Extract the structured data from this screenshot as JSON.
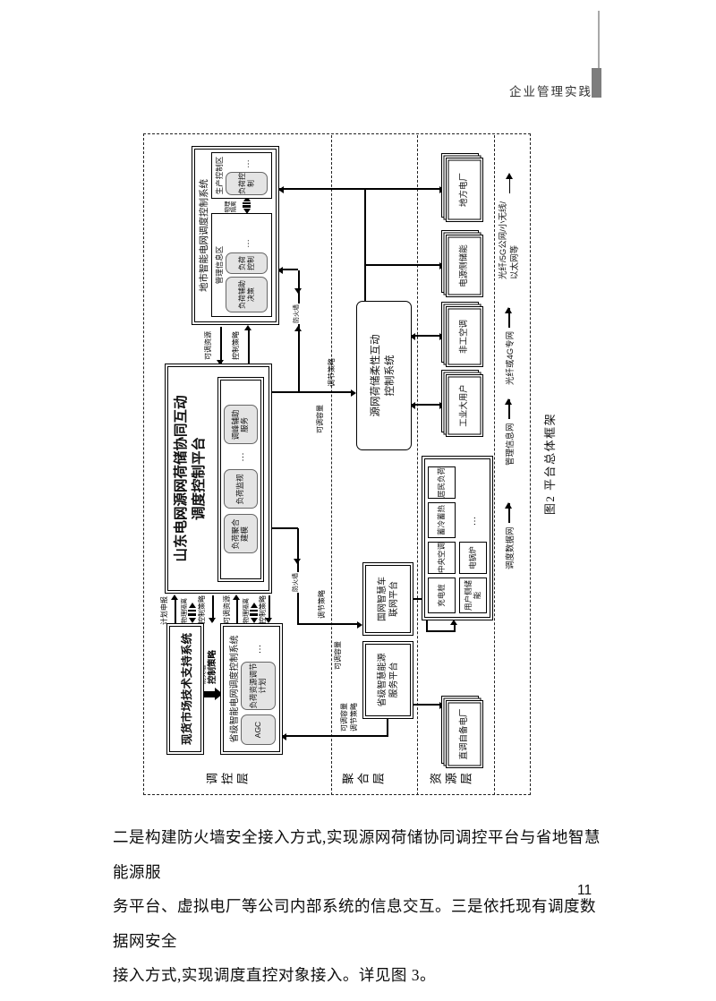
{
  "header": {
    "title": "企业管理实践"
  },
  "figure": {
    "caption": "图2  平台总体框架",
    "layers": {
      "control": "调控层",
      "aggregation": "聚合层",
      "resource": "资源层"
    },
    "links": {
      "plan_submit": "计划申报",
      "isolation": "物理隔离",
      "control_strategy": "控制策略",
      "adjustable_resource": "可调资源",
      "firewall": "防火墙",
      "adjustable_capacity": "可调容量",
      "regulation_strategy": "调节策略"
    },
    "control_layer": {
      "spot_market": "现货市场技术支持系统",
      "provincial": {
        "title": "省级智能电网调度控制系统",
        "agc": "AGC",
        "load_plan": "负荷资源调节计划",
        "more": "…"
      },
      "platform": {
        "title": "山东电网源网荷储协同互动调度控制平台",
        "mod1": "负荷聚合建模",
        "mod2": "负荷监视",
        "more": "…",
        "mod3": "调峰辅助服务"
      },
      "city": {
        "title": "地市智能电网调度控制系统",
        "mgmt": {
          "title": "管理信息区",
          "item1": "负荷辅助决策",
          "item2": "负荷控制",
          "more": "…"
        },
        "prod": {
          "title": "生产控制区",
          "item1": "负荷控制",
          "more": "…"
        }
      }
    },
    "aggregation_layer": {
      "flex_control": "源网荷储柔性互动控制系统",
      "energy_platform": "省级智慧能源服务平台",
      "ev_platform": "国网智慧车联网平台"
    },
    "resource_layer": {
      "captive_plant": "直调自备电厂",
      "group": {
        "r1c1": "充电桩",
        "r1c2": "中央空调",
        "r1c3": "蓄冷蓄热",
        "r1c4": "居民负荷",
        "r2c1": "用户侧储能",
        "r2c2": "电锅炉",
        "r2c3": "…"
      },
      "industrial": "工业大用户",
      "hvac": "非工空调",
      "gen_storage": "电源侧储能",
      "local_plant": "地方电厂"
    },
    "networks": {
      "dispatch": "调度数据网",
      "mgmt": "管理信息网",
      "fiber4g": "光纤或4G专网",
      "fiber5g": "光纤/5G公网/小无线/以太网等"
    }
  },
  "body": {
    "lines": [
      "二是构建防火墙安全接入方式,实现源网荷储协同调控平台与省地智慧能源服",
      "务平台、虚拟电厂等公司内部系统的信息交互。三是依托现有调度数据网安全",
      "接入方式,实现调度直控对象接入。详见图 3。"
    ],
    "page_number": "11"
  }
}
